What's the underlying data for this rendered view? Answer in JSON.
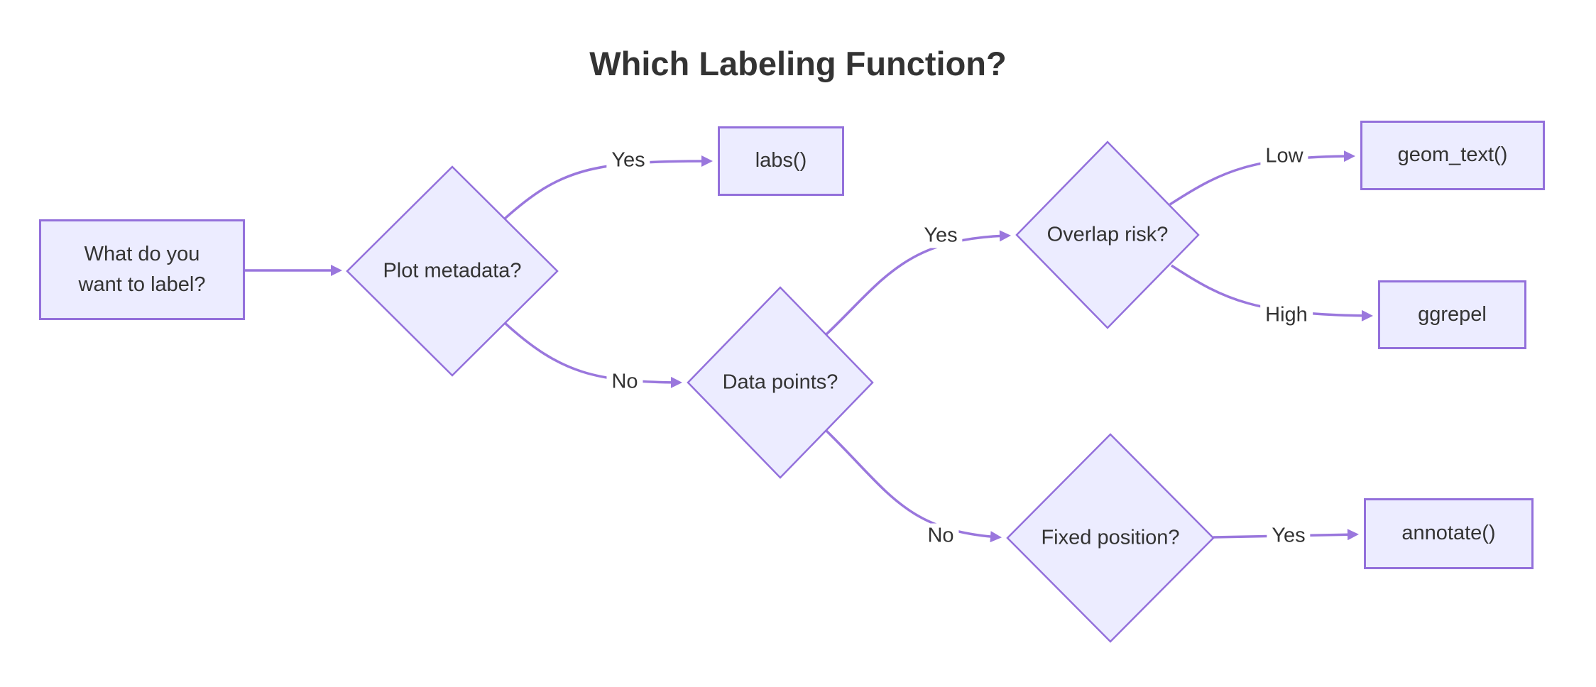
{
  "diagram": {
    "title": "Which Labeling Function?",
    "type": "flowchart-LR",
    "colors": {
      "node_fill": "#ECECFF",
      "node_border": "#9370DB",
      "edge_line": "#9a77dd",
      "text": "#333333",
      "background": "#ffffff"
    },
    "nodes": {
      "start": {
        "label": "What do you want to label?",
        "shape": "rect"
      },
      "plot_metadata": {
        "label": "Plot metadata?",
        "shape": "diamond"
      },
      "labs": {
        "label": "labs()",
        "shape": "rect"
      },
      "data_points": {
        "label": "Data points?",
        "shape": "diamond"
      },
      "overlap_risk": {
        "label": "Overlap risk?",
        "shape": "diamond"
      },
      "geom_text": {
        "label": "geom_text()",
        "shape": "rect"
      },
      "ggrepel": {
        "label": "ggrepel",
        "shape": "rect"
      },
      "fixed_position": {
        "label": "Fixed position?",
        "shape": "diamond"
      },
      "annotate": {
        "label": "annotate()",
        "shape": "rect"
      }
    },
    "edges": [
      {
        "from": "start",
        "to": "plot_metadata",
        "label": ""
      },
      {
        "from": "plot_metadata",
        "to": "labs",
        "label": "Yes"
      },
      {
        "from": "plot_metadata",
        "to": "data_points",
        "label": "No"
      },
      {
        "from": "data_points",
        "to": "overlap_risk",
        "label": "Yes"
      },
      {
        "from": "overlap_risk",
        "to": "geom_text",
        "label": "Low"
      },
      {
        "from": "overlap_risk",
        "to": "ggrepel",
        "label": "High"
      },
      {
        "from": "data_points",
        "to": "fixed_position",
        "label": "No"
      },
      {
        "from": "fixed_position",
        "to": "annotate",
        "label": "Yes"
      }
    ]
  }
}
